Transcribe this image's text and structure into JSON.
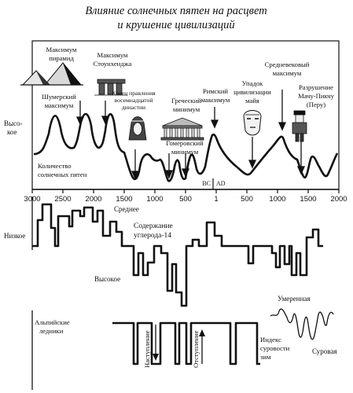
{
  "title": {
    "line1": "Влияние солнечных пятен на расцвет",
    "line2": "и крушение цивилизаций"
  },
  "axis": {
    "ticks": [
      "3000",
      "2500",
      "2000",
      "1500",
      "1000",
      "500",
      "1",
      "500",
      "1000",
      "1500",
      "2000"
    ],
    "bc": "BC",
    "ad": "AD"
  },
  "sunspot_panel": {
    "high_label_1": "Высо-",
    "high_label_2": "кое",
    "count_label_1": "Количество",
    "count_label_2": "солнечных пятен",
    "events": {
      "pyramids_1": "Максимум",
      "pyramids_2": "пирамид",
      "stonehenge_1": "Максимум",
      "stonehenge_2": "Стоунхенджа",
      "sumer_1": "Шумерский",
      "sumer_2": "максимум",
      "dynasty_1": "Конец правления",
      "dynasty_2": "восемнадцатой",
      "dynasty_3": "династии",
      "greek_1": "Греческий",
      "greek_2": "минимум",
      "homer_1": "Гомеровский",
      "homer_2": "минимум",
      "roman_1": "Римский",
      "roman_2": "максимум",
      "maya_1": "Упадок",
      "maya_2": "цивилизации",
      "maya_3": "майя",
      "medieval_1": "Средневековый",
      "medieval_2": "максимум",
      "machu_1": "Разрушение",
      "machu_2": "Мачу-Пикчу",
      "machu_3": "(Перу)"
    }
  },
  "carbon_panel": {
    "low_label": "Низкое",
    "average_label": "Среднее",
    "c14_label_1": "Содержание",
    "c14_label_2": "углерода-14",
    "high_label": "Высокое"
  },
  "glacier_panel": {
    "alpine_label_1": "Альпийские",
    "alpine_label_2": "ледники",
    "advance_label": "Наступление",
    "retreat_label": "Отступление",
    "severity_label_1": "Индекс",
    "severity_label_2": "суровости",
    "severity_label_3": "зим",
    "mild_label": "Умеренная",
    "severe_label": "Суровая"
  }
}
